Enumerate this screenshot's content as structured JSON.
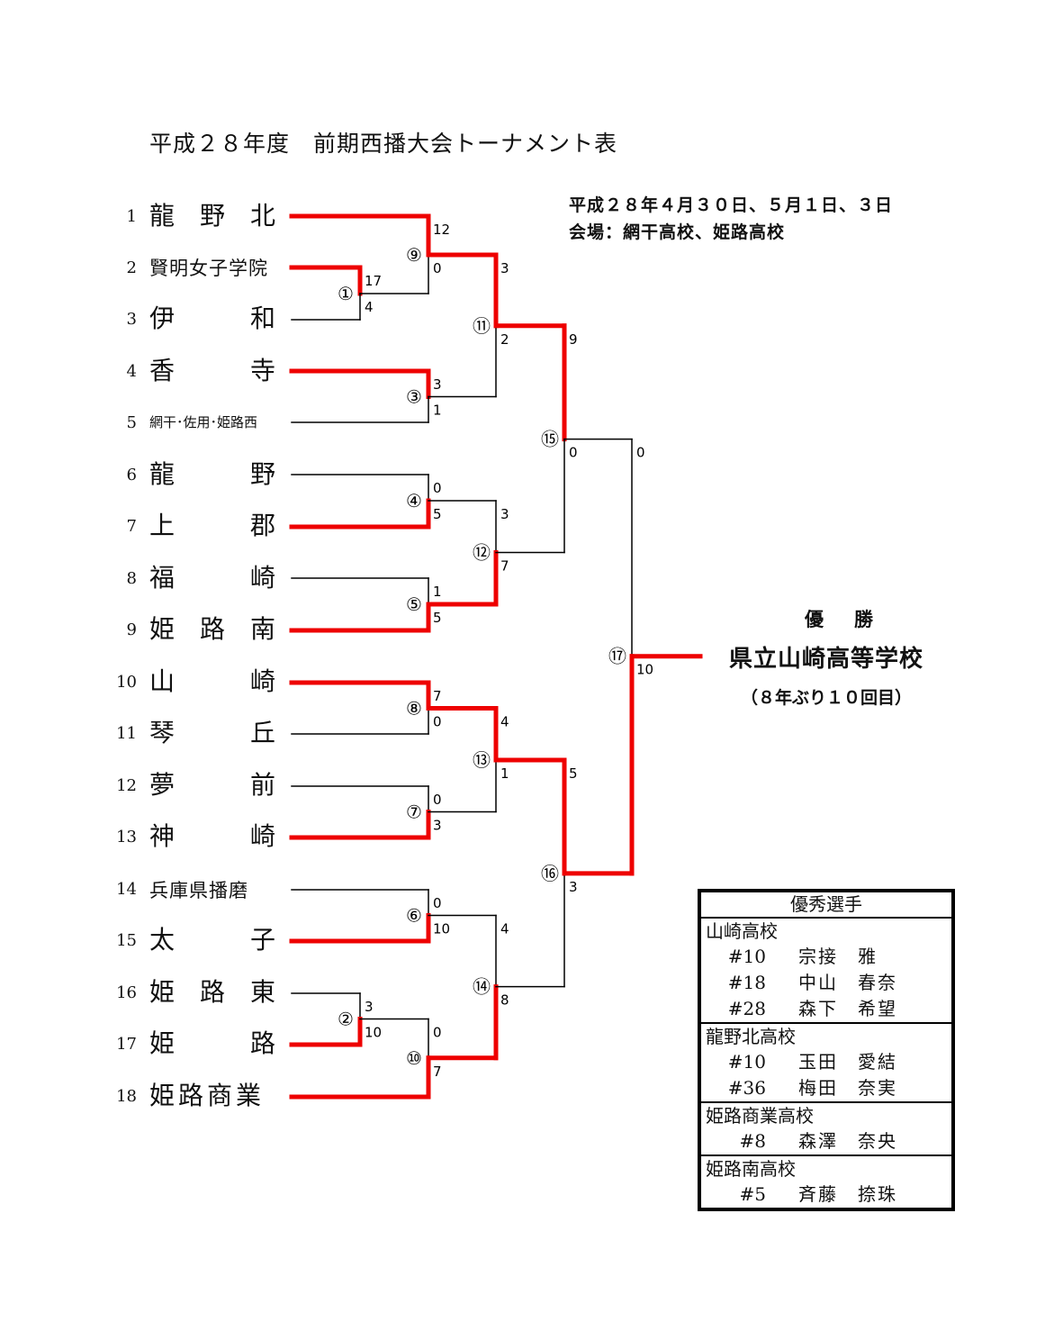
{
  "title": "平成２８年度　前期西播大会トーナメント表",
  "dates": "平成２８年４月３０日、５月１日、３日",
  "venue": "会場：網干高校、姫路高校",
  "teams": [
    {
      "num": "1",
      "name": "龍　野　北"
    },
    {
      "num": "2",
      "name": "賢明女子学院"
    },
    {
      "num": "3",
      "name": "伊　　　和"
    },
    {
      "num": "4",
      "name": "香　　　寺"
    },
    {
      "num": "5",
      "name": "網干･佐用･姫路西"
    },
    {
      "num": "6",
      "name": "龍　　　野"
    },
    {
      "num": "7",
      "name": "上　　　郡"
    },
    {
      "num": "8",
      "name": "福　　　崎"
    },
    {
      "num": "9",
      "name": "姫　路　南"
    },
    {
      "num": "10",
      "name": "山　　　崎"
    },
    {
      "num": "11",
      "name": "琴　　　丘"
    },
    {
      "num": "12",
      "name": "夢　　　前"
    },
    {
      "num": "13",
      "name": "神　　　崎"
    },
    {
      "num": "14",
      "name": "兵庫県播磨"
    },
    {
      "num": "15",
      "name": "太　　　子"
    },
    {
      "num": "16",
      "name": "姫　路　東"
    },
    {
      "num": "17",
      "name": "姫　　　路"
    },
    {
      "num": "18",
      "name": "姫路商業"
    }
  ],
  "matches": [
    {
      "no": "①",
      "top_score": "17",
      "bottom_score": "4"
    },
    {
      "no": "②",
      "top_score": "3",
      "bottom_score": "10"
    },
    {
      "no": "③",
      "top_score": "3",
      "bottom_score": "1"
    },
    {
      "no": "④",
      "top_score": "0",
      "bottom_score": "5"
    },
    {
      "no": "⑤",
      "top_score": "1",
      "bottom_score": "5"
    },
    {
      "no": "⑥",
      "top_score": "0",
      "bottom_score": "10"
    },
    {
      "no": "⑦",
      "top_score": "0",
      "bottom_score": "3"
    },
    {
      "no": "⑧",
      "top_score": "7",
      "bottom_score": "0"
    },
    {
      "no": "⑨",
      "top_score": "12",
      "bottom_score": "0"
    },
    {
      "no": "⑩",
      "top_score": "0",
      "bottom_score": "7"
    },
    {
      "no": "⑪",
      "top_score": "3",
      "bottom_score": "2"
    },
    {
      "no": "⑫",
      "top_score": "3",
      "bottom_score": "7"
    },
    {
      "no": "⑬",
      "top_score": "4",
      "bottom_score": "1"
    },
    {
      "no": "⑭",
      "top_score": "4",
      "bottom_score": "8"
    },
    {
      "no": "⑮",
      "top_score": "9",
      "bottom_score": "0"
    },
    {
      "no": "⑯",
      "top_score": "5",
      "bottom_score": "3"
    },
    {
      "no": "⑰",
      "top_score": "0",
      "bottom_score": "10"
    }
  ],
  "champion": {
    "title": "優勝",
    "name": "県立山崎高等学校",
    "note": "（８年ぶり１０回目）"
  },
  "mvp": {
    "header": "優秀選手",
    "schools": [
      {
        "name": "山崎高校",
        "players": [
          {
            "number": "#10",
            "name": "宗接　雅"
          },
          {
            "number": "#18",
            "name": "中山　春奈"
          },
          {
            "number": "#28",
            "name": "森下　希望"
          }
        ]
      },
      {
        "name": "龍野北高校",
        "players": [
          {
            "number": "#10",
            "name": "玉田　愛結"
          },
          {
            "number": "#36",
            "name": "梅田　奈実"
          }
        ]
      },
      {
        "name": "姫路商業高校",
        "players": [
          {
            "number": "#8",
            "name": "森澤　奈央"
          }
        ]
      },
      {
        "name": "姫路南高校",
        "players": [
          {
            "number": "#5",
            "name": "斉藤　捺珠"
          }
        ]
      }
    ]
  },
  "colors": {
    "winner_line": "#ee0000",
    "loser_line": "#000000"
  }
}
